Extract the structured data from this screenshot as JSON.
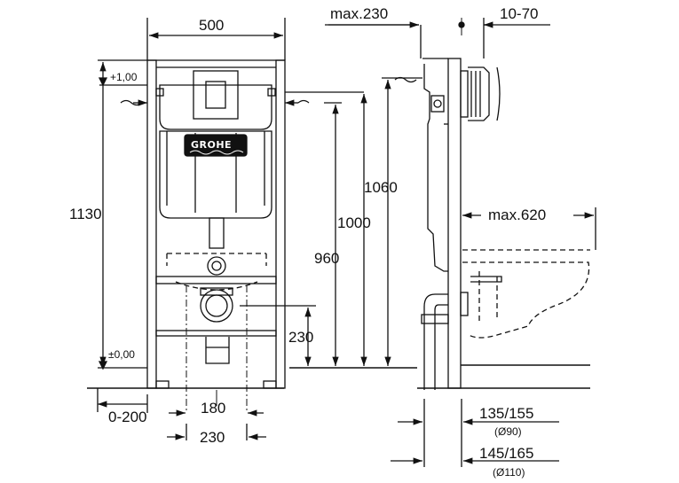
{
  "brand": "GROHE",
  "front_view": {
    "width_total": "500",
    "height_total": "1130",
    "level_top": "+1,00",
    "level_floor": "±0,00",
    "offset_range": "0-200",
    "drain_spacing": "180",
    "drain_width": "230"
  },
  "side_view": {
    "depth_max": "max.230",
    "wall_offset": "10-70",
    "height_1060": "1060",
    "height_1000": "1000",
    "height_960": "960",
    "height_230": "230",
    "bowl_max": "max.620",
    "pipe_90_dim": "135/155",
    "pipe_90_dia": "(Ø90)",
    "pipe_110_dim": "145/165",
    "pipe_110_dia": "(Ø110)"
  }
}
